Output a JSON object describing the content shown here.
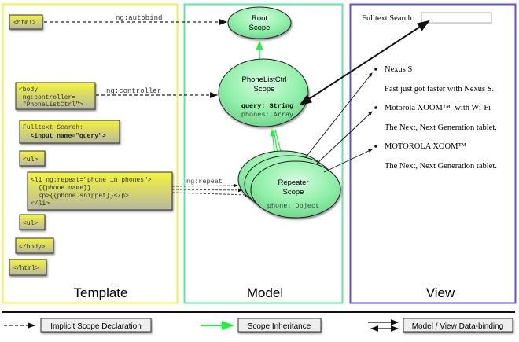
{
  "panels": {
    "template": {
      "title": "Template",
      "color": "#f2f24a"
    },
    "model": {
      "title": "Model",
      "color": "#5ee8a4"
    },
    "view": {
      "title": "View",
      "color": "#5a50ee"
    }
  },
  "template": {
    "html_open": "<html>",
    "body_lines": [
      "<body",
      " ng:controller=",
      " \"PhoneListCtrl\">"
    ],
    "search_lines": [
      "Fulltext Search:",
      "  <input name=\"query\">"
    ],
    "ul_open": "<ul>",
    "li_lines": [
      "<li ng:repeat=\"phone in phones\">",
      "  {{phone.name}}",
      "  <p>{{phone.snippet}}</p>",
      "</li>"
    ],
    "ul_close": "<ul>",
    "body_close": "</body>",
    "html_close": "</html>"
  },
  "directives": {
    "autobind": "ng:autobind",
    "controller": "ng:controller",
    "repeat": "ng:repeat"
  },
  "model": {
    "root": [
      "Root",
      "Scope"
    ],
    "phonelist": {
      "title": [
        "PhoneListCtrl",
        "Scope"
      ],
      "query": "query: String",
      "phones": "phones: Array"
    },
    "repeater": {
      "title": [
        "Repeater",
        "Scope"
      ],
      "phone": "phone: Object"
    }
  },
  "view": {
    "search_label": "Fulltext Search:",
    "search_value": "",
    "items": [
      {
        "name": "Nexus S",
        "snippet": "Fast just got faster with Nexus S."
      },
      {
        "name": "Motorola XOOM™  with Wi-Fi",
        "snippet": "The Next, Next Generation tablet."
      },
      {
        "name": "MOTOROLA XOOM™",
        "snippet": "The Next, Next Generation tablet."
      }
    ]
  },
  "legend": {
    "implicit": "Implicit Scope Declaration",
    "inheritance": "Scope Inheritance",
    "binding": "Model / View Data-binding",
    "inheritance_color": "#22ee44"
  }
}
